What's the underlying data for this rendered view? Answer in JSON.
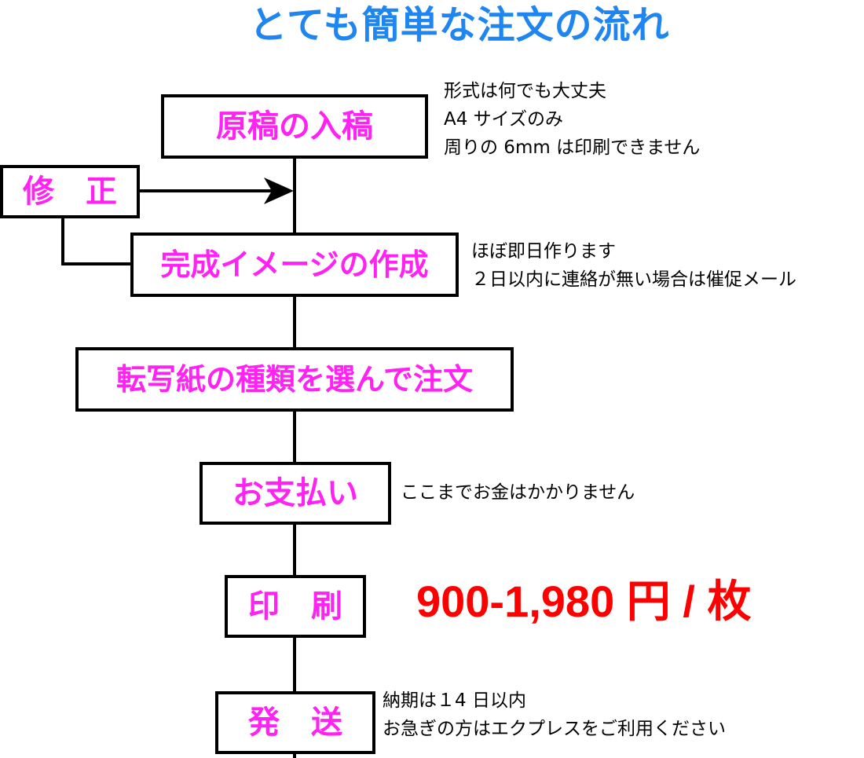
{
  "title": "とても簡単な注文の流れ",
  "colors": {
    "title": "#1f85f0",
    "step_label": "#ff22f3",
    "price": "#ff0000",
    "line": "#000000",
    "text": "#000000"
  },
  "steps": {
    "submit": "原稿の入稿",
    "revision": "修　正",
    "mockup": "完成イメージの作成",
    "order": "転写紙の種類を選んで注文",
    "payment": "お支払い",
    "printing": "印　刷",
    "shipping": "発　送"
  },
  "notes": {
    "submit": [
      "形式は何でも大丈夫",
      "A4 サイズのみ",
      "周りの 6mm は印刷できません"
    ],
    "mockup": [
      "ほぼ即日作ります",
      "２日以内に連絡が無い場合は催促メール"
    ],
    "payment": [
      "ここまでお金はかかりません"
    ],
    "shipping": [
      "納期は１4 日以内",
      "お急ぎの方はエクプレスをご利用ください"
    ]
  },
  "price": "900-1,980 円 / 枚"
}
